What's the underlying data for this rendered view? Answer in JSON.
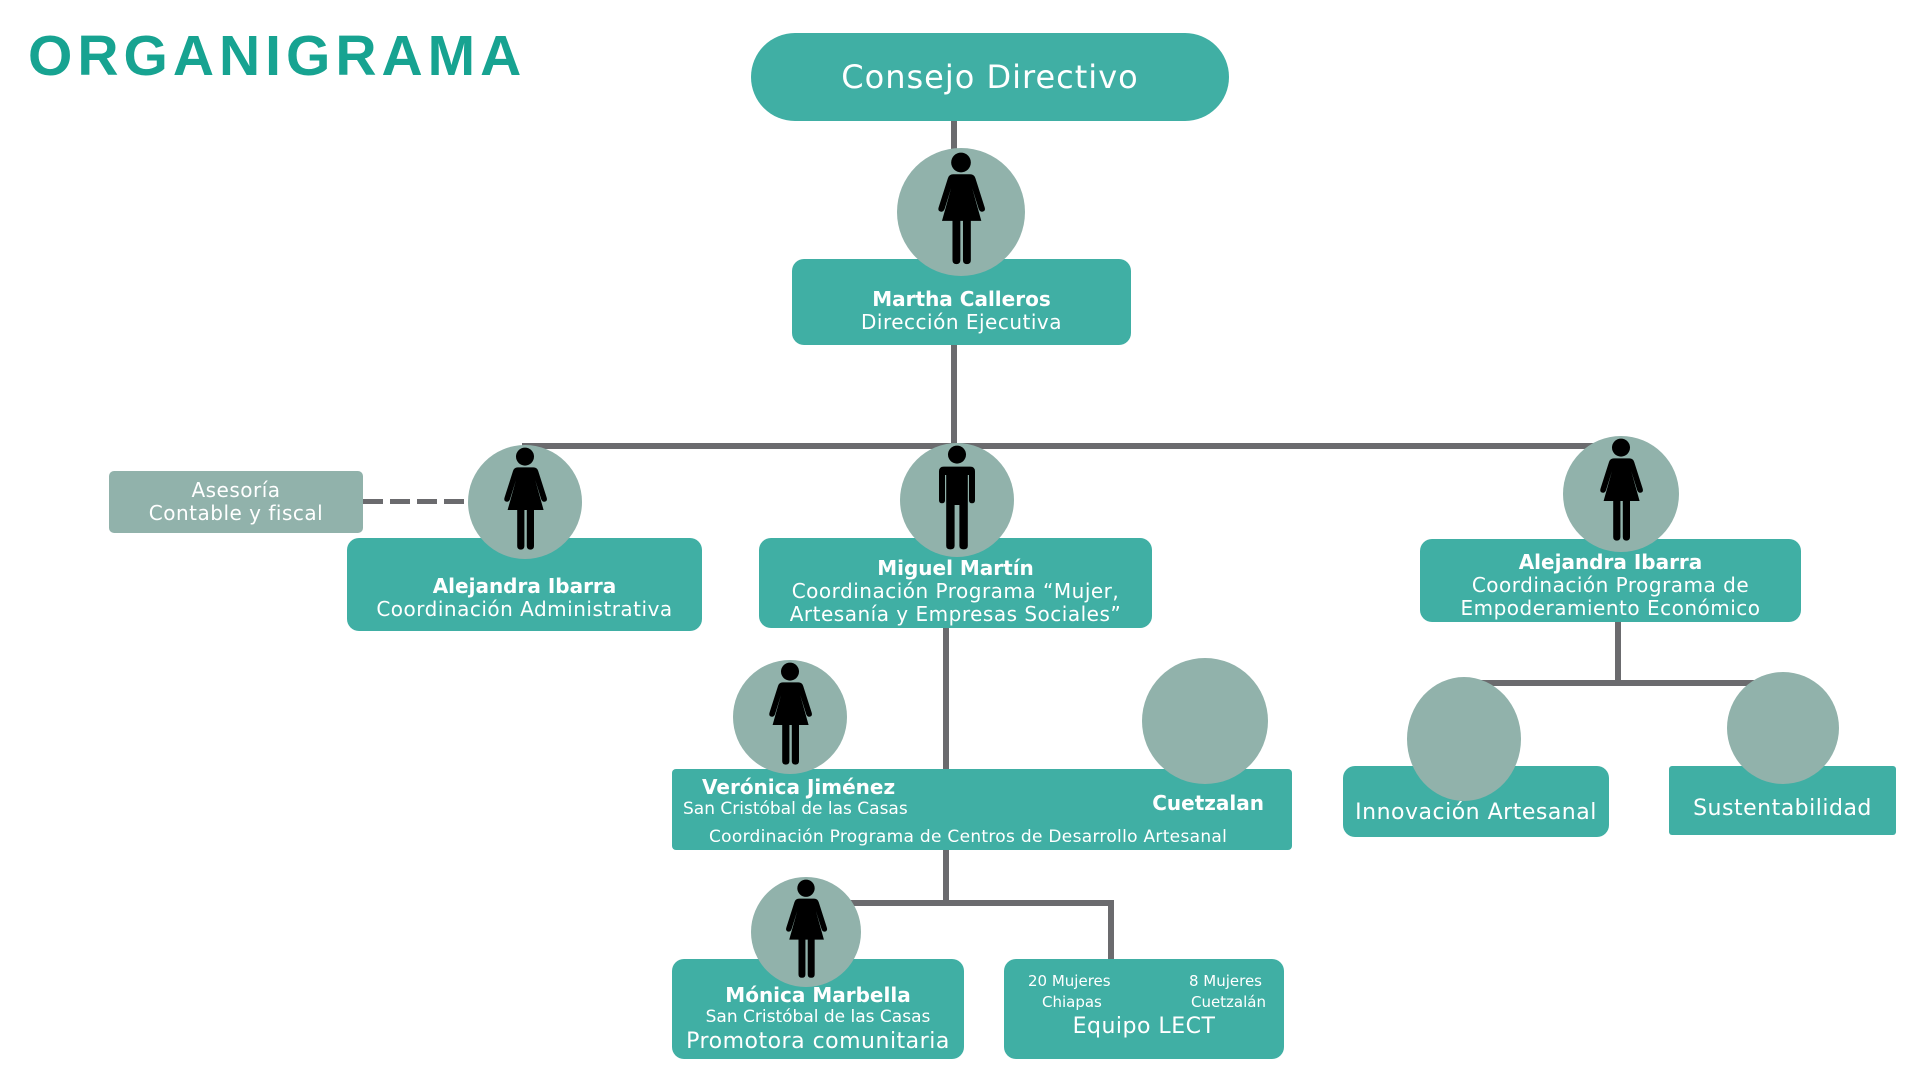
{
  "title": "ORGANIGRAMA",
  "colors": {
    "title": "#17a391",
    "box": "#40afa4",
    "circle": "#91b2ab",
    "connector": "#6b6b6e",
    "icon": "#000000"
  },
  "nodes": {
    "consejo": {
      "label": "Consejo Directivo"
    },
    "direccion": {
      "name": "Martha Calleros",
      "role": "Dirección Ejecutiva",
      "icon": "woman-icon"
    },
    "asesoria": {
      "line1": "Asesoría",
      "line2": "Contable y fiscal"
    },
    "administrativa": {
      "name": "Alejandra Ibarra",
      "role": "Coordinación Administrativa",
      "icon": "woman-icon"
    },
    "mujer_artesania": {
      "name": "Miguel Martín",
      "role_line1": "Coordinación Programa “Mujer,",
      "role_line2": "Artesanía y Empresas Sociales”",
      "icon": "man-icon"
    },
    "empoderamiento": {
      "name": "Alejandra Ibarra",
      "role_line1": "Coordinación Programa de",
      "role_line2": "Empoderamiento Económico",
      "icon": "woman-icon"
    },
    "centros": {
      "left_name": "Verónica Jiménez",
      "left_location": "San Cristóbal de las Casas",
      "right_name": "Cuetzalan",
      "role": "Coordinación Programa de Centros de Desarrollo Artesanal",
      "icon": "woman-icon"
    },
    "innovacion": {
      "label": "Innovación Artesanal"
    },
    "sustentabilidad": {
      "label": "Sustentabilidad"
    },
    "promotora": {
      "name": "Mónica Marbella",
      "location": "San Cristóbal de las Casas",
      "role": "Promotora comunitaria",
      "icon": "woman-icon"
    },
    "equipo": {
      "left_count": "20 Mujeres",
      "left_place": "Chiapas",
      "right_count": "8 Mujeres",
      "right_place": "Cuetzalán",
      "label": "Equipo LECT"
    }
  }
}
